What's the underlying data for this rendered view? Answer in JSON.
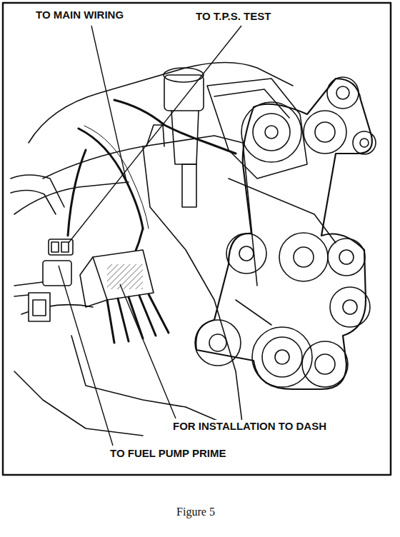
{
  "diagram": {
    "caption": "Figure 5",
    "labels": [
      "TO MAIN WIRING",
      "TO T.P.S. TEST",
      "FOR INSTALLATION TO DASH",
      "TO FUEL PUMP PRIME"
    ]
  }
}
